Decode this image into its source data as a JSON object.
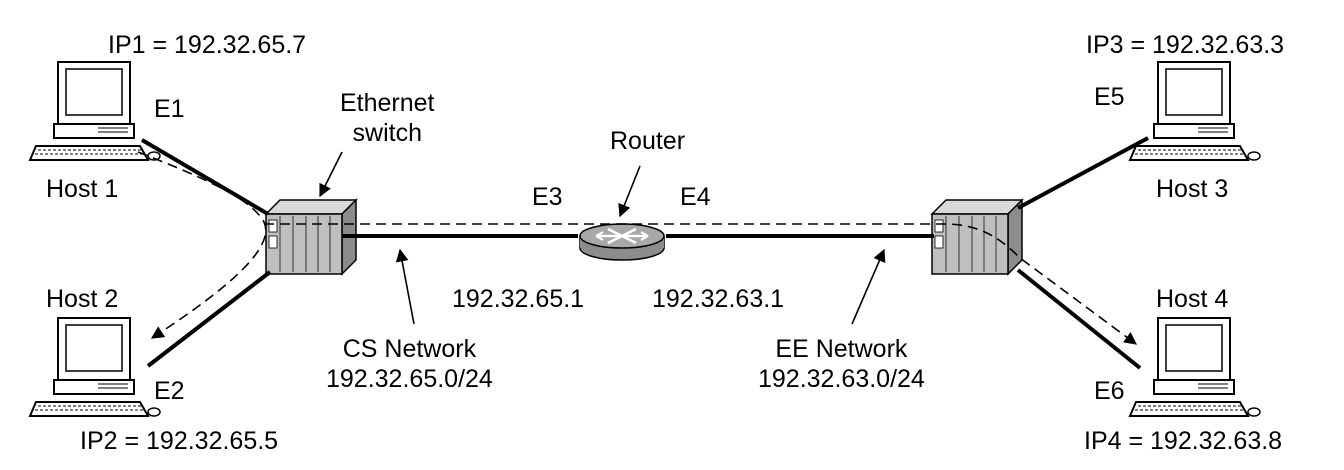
{
  "hosts": {
    "host1": {
      "name": "Host 1",
      "ip": "IP1 = 192.32.65.7",
      "port": "E1"
    },
    "host2": {
      "name": "Host 2",
      "ip": "IP2 = 192.32.65.5",
      "port": "E2"
    },
    "host3": {
      "name": "Host 3",
      "ip": "IP3 = 192.32.63.3",
      "port": "E5"
    },
    "host4": {
      "name": "Host 4",
      "ip": "IP4 = 192.32.63.8",
      "port": "E6"
    }
  },
  "switch_label": [
    "Ethernet",
    "switch"
  ],
  "router": {
    "label": "Router",
    "port_left": "E3",
    "port_right": "E4",
    "addr_left": "192.32.65.1",
    "addr_right": "192.32.63.1"
  },
  "networks": {
    "cs": {
      "name": "CS Network",
      "prefix": "192.32.65.0/24"
    },
    "ee": {
      "name": "EE Network",
      "prefix": "192.32.63.0/24"
    }
  },
  "colors": {
    "line": "#000000",
    "switch_fill": "#bfbfbf",
    "router_fill": "#a8a8a8",
    "screen": "#ffffff"
  }
}
